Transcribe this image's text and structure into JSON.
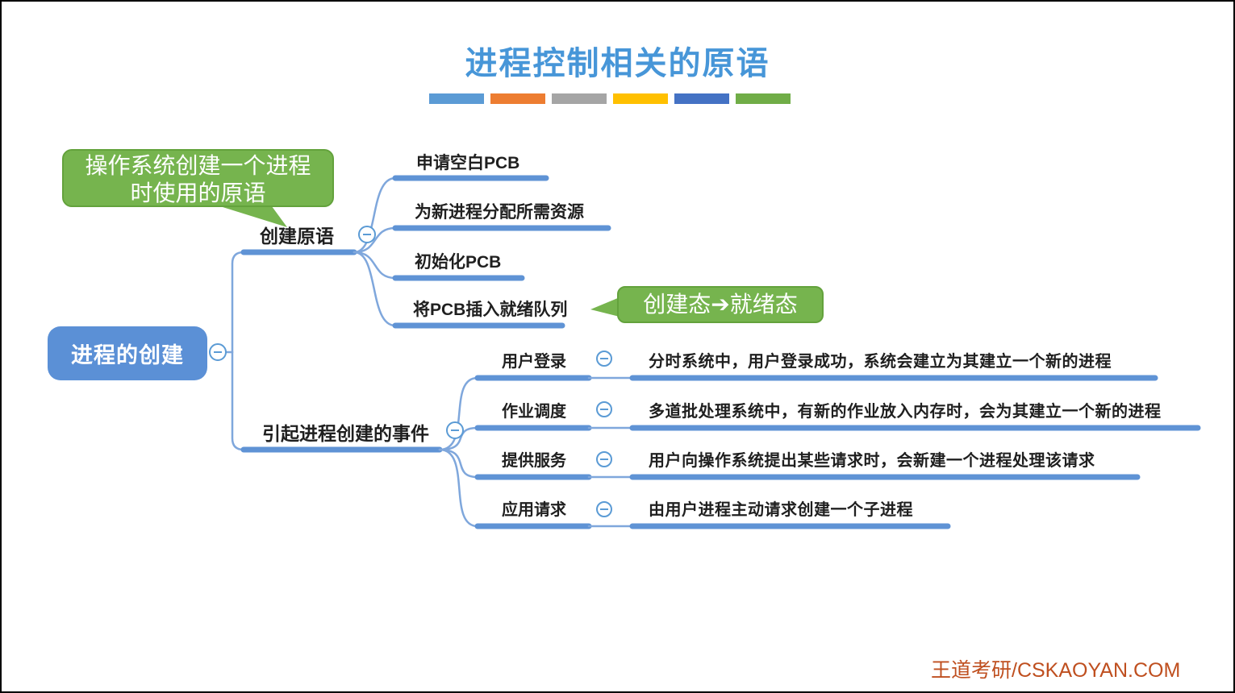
{
  "title": "进程控制相关的原语",
  "divider_colors": [
    "#5B9BD5",
    "#ED7D31",
    "#A5A5A5",
    "#FFC000",
    "#4472C4",
    "#70AD47"
  ],
  "root": {
    "label": "进程的创建"
  },
  "callouts": {
    "create_note": {
      "line1": "操作系统创建一个进程",
      "line2": "时使用的原语"
    },
    "state_transition": "创建态➔就绪态"
  },
  "branches": {
    "create_primitive": {
      "label": "创建原语",
      "steps": [
        "申请空白PCB",
        "为新进程分配所需资源",
        "初始化PCB",
        "将PCB插入就绪队列"
      ]
    },
    "events": {
      "label": "引起进程创建的事件",
      "items": [
        {
          "label": "用户登录",
          "desc": "分时系统中，用户登录成功，系统会建立为其建立一个新的进程"
        },
        {
          "label": "作业调度",
          "desc": "多道批处理系统中，有新的作业放入内存时，会为其建立一个新的进程"
        },
        {
          "label": "提供服务",
          "desc": "用户向操作系统提出某些请求时，会新建一个进程处理该请求"
        },
        {
          "label": "应用请求",
          "desc": "由用户进程主动请求创建一个子进程"
        }
      ]
    }
  },
  "watermark": "王道考研/CSKAOYAN.COM"
}
